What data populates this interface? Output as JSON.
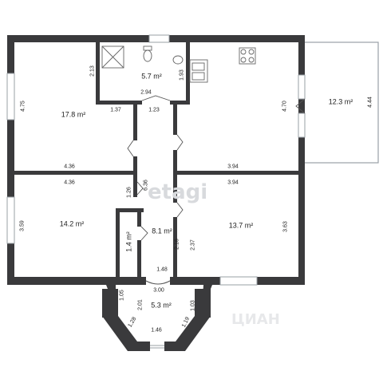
{
  "rooms": [
    {
      "id": "bedroom-top-left",
      "area": "17.8 m²"
    },
    {
      "id": "bathroom",
      "area": "5.7 m²"
    },
    {
      "id": "kitchen-living",
      "area": ""
    },
    {
      "id": "balcony",
      "area": "12.3 m²"
    },
    {
      "id": "bedroom-bottom-left",
      "area": "14.2 m²"
    },
    {
      "id": "closet",
      "area": "1.4 m²"
    },
    {
      "id": "hallway",
      "area": "8.1 m²"
    },
    {
      "id": "bedroom-bottom-right",
      "area": "13.7 m²"
    },
    {
      "id": "entrance-bay",
      "area": "5.3 m²"
    }
  ],
  "dimensions": {
    "d_475": "4.75",
    "d_213": "2.13",
    "d_137": "1.37",
    "d_436_top": "4.36",
    "d_436_bot": "4.36",
    "d_359": "3.59",
    "d_294": "2.94",
    "d_193": "1.93",
    "d_123": "1.23",
    "d_636": "6.36",
    "d_126": "1.26",
    "d_470": "4.70",
    "d_394_top": "3.94",
    "d_394_bot": "3.94",
    "d_444": "4.44",
    "d_363": "3.63",
    "d_237": "2.37",
    "d_216": "2.16",
    "d_148": "1.48",
    "d_300": "3.00",
    "d_105": "1.05",
    "d_201": "2.01",
    "d_103": "1.03",
    "d_128": "1.28",
    "d_119": "1.19",
    "d_146": "1.46"
  },
  "watermark": {
    "top": "etagi",
    "bottom": "ЦИАН"
  },
  "colors": {
    "wall": "#3a3a3c",
    "bg": "#ffffff",
    "window": "#c9ccd1",
    "text": "#222222"
  }
}
